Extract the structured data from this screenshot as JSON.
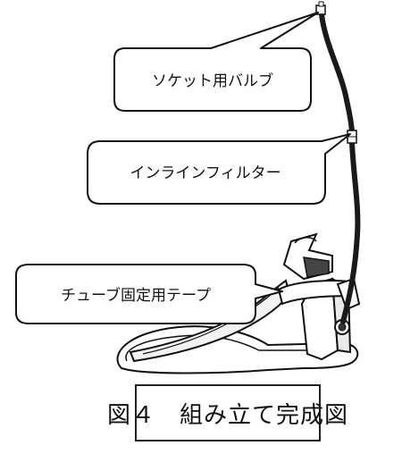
{
  "labels": {
    "socket_valve": "ソケット用バルブ",
    "inline_filter": "インラインフィルター",
    "tube_fixing_tape": "チューブ固定用テープ"
  },
  "caption": "図４　組み立て完成図"
}
